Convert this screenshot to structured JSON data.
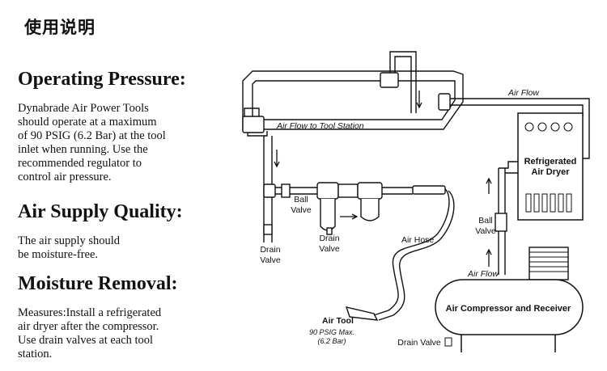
{
  "page": {
    "title": "使用说明"
  },
  "sections": [
    {
      "heading": "Operating Pressure:",
      "lines": [
        "Dynabrade Air Power Tools",
        "should operate at a maximum",
        "of 90 PSIG (6.2 Bar) at the tool",
        "inlet when running. Use the",
        "recommended regulator to",
        "control air pressure."
      ]
    },
    {
      "heading": "Air Supply Quality:",
      "lines": [
        "The air supply should",
        "be moisture-free."
      ]
    },
    {
      "heading": "Moisture Removal:",
      "lines": [
        "Measures:Install a refrigerated",
        "air dryer after the compressor.",
        "Use drain valves at each tool",
        "station."
      ]
    }
  ],
  "diagram": {
    "air_flow_to_station": "Air Flow to Tool Station",
    "air_flow_top": "Air Flow",
    "air_flow_compressor": "Air Flow",
    "dryer_line1": "Refrigerated",
    "dryer_line2": "Air Dryer",
    "compressor": "Air Compressor and Receiver",
    "ball_valve_left_1": "Ball",
    "ball_valve_left_2": "Valve",
    "drain_valve_left_1": "Drain",
    "drain_valve_left_2": "Valve",
    "drain_valve_frl_1": "Drain",
    "drain_valve_frl_2": "Valve",
    "air_hose": "Air Hose",
    "air_tool": "Air Tool",
    "air_tool_spec1": "90 PSIG Max.",
    "air_tool_spec2": "(6.2 Bar)",
    "ball_valve_right_1": "Ball",
    "ball_valve_right_2": "Valve",
    "drain_valve_bottom": "Drain Valve"
  }
}
